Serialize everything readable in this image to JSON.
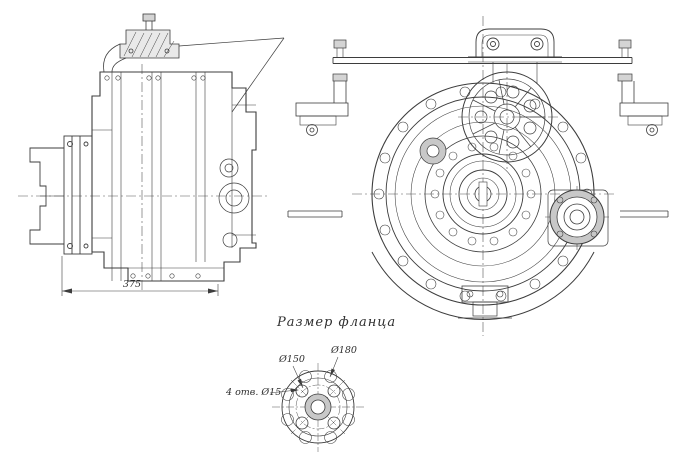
{
  "colors": {
    "background": "#ffffff",
    "line": "#3d3d3d",
    "shaded_fill": "#c8c8c8"
  },
  "side_view": {
    "length_dimension": "375"
  },
  "flange_detail": {
    "title": "Размер фланца",
    "bolt_circle_diameter": "Ø150",
    "outer_diameter": "Ø180",
    "holes_note": "4 отв. Ø15"
  }
}
